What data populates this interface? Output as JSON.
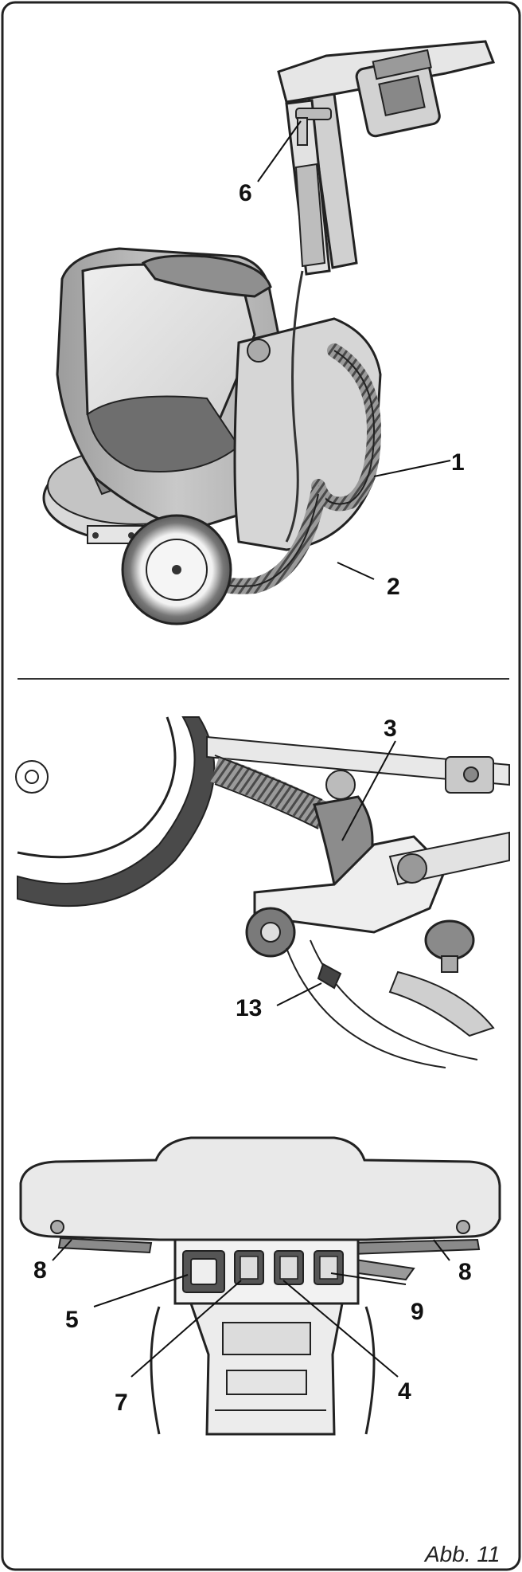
{
  "figure": {
    "caption": "Abb. 11",
    "callouts": {
      "c1": "1",
      "c2": "2",
      "c3": "3",
      "c4": "4",
      "c5": "5",
      "c6": "6",
      "c7": "7",
      "c8a": "8",
      "c8b": "8",
      "c9": "9",
      "c13": "13"
    }
  }
}
